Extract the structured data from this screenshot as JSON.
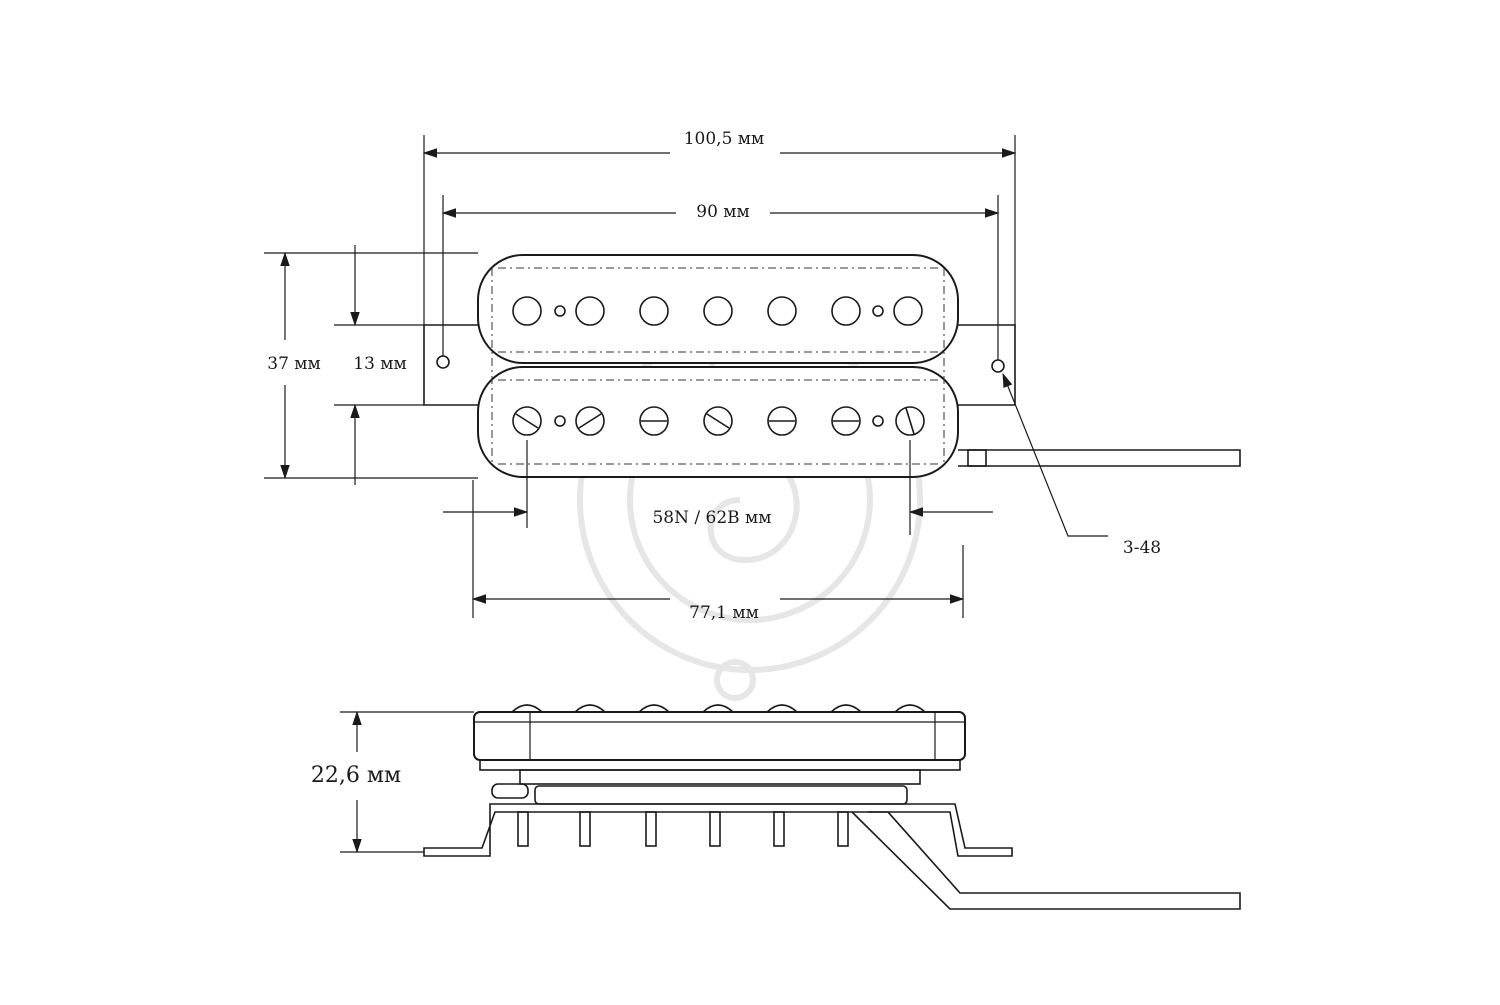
{
  "diagram": {
    "top_view": {
      "dim_overall_length": "100,5 мм",
      "dim_mount_spacing": "90 мм",
      "dim_height": "37 мм",
      "dim_inner_gap": "13 мм",
      "dim_pole_spacing": "58N / 62B мм",
      "dim_body_length": "77,1 мм",
      "screw_label": "3-48"
    },
    "side_view": {
      "dim_depth": "22,6 мм"
    },
    "colors": {
      "line": "#1a1a1a",
      "watermark": "#e6e6e6",
      "background": "#ffffff"
    }
  }
}
